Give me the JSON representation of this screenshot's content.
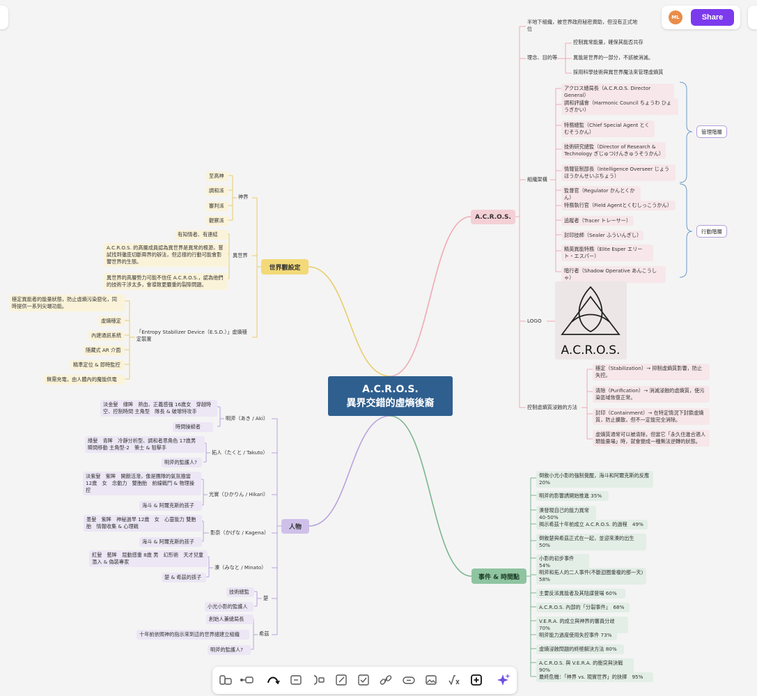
{
  "header": {
    "avatar_initials": "ML",
    "share_label": "Share"
  },
  "root": {
    "line1": "A.C.R.O.S.",
    "line2": "異界交錯的虛熵後裔"
  },
  "colors": {
    "root": "#2f5f8f",
    "pink": "#f0a9b4",
    "yellow": "#e8cd6a",
    "purple": "#b8a2dc",
    "green": "#7cb58f",
    "share": "#7c3aed"
  },
  "branches": {
    "acros": {
      "label": "A.C.R.O.S.",
      "intro": "半地下組織，被世界政府秘密資助，但沒有正式地位",
      "philosophy": {
        "label": "理念、目的等",
        "items": [
          "控制異常能量，確保其能否共存",
          "異能是世界的一部分，不該被消滅。",
          "採用科學技術與異世界魔法來管理虛熵質"
        ]
      },
      "org": {
        "label": "組織架構",
        "management_label": "管理階層",
        "management": [
          "アクロス總局長（A.C.R.O.S. Director General）",
          "調和評議會（Harmonic Council ちょうわ ひょうぎかい）",
          "特務總監（Chief Special Agent とくむそうかん）",
          "技術研究總監（Director of Research & Technology ぎじゅつけんきゅうそうかん）",
          "情報管制部長（Intelligence Overseer じょうほうかんせいぶちょう）"
        ],
        "action_label": "行動階層",
        "action": [
          "監督官（Regulator かんとくかん）",
          "特務執行官（Field Agentとくむしっこうかん）",
          "追蹤者（Tracer トレーサー）",
          "封印技師（Sealer ふういんぎし）",
          "精英異能特務（Elite Esper エリート・エスパー）",
          "暗行者（Shadow Operative あんこうしゃ）"
        ]
      },
      "logo": {
        "label": "LOGO",
        "text": "A.C.R.O.S."
      },
      "methods": {
        "label": "控制虛熵質浸蝕的方法",
        "items": [
          "穩定（Stabilization）→ 抑制虛熵質影響，防止失控。",
          "清除（Purification）→ 消滅浸蝕的虛熵質，使污染區域恢復正常。",
          "封印（Containment）→ 在特定情況下封鎖虛熵質，防止擴散，但不一定能完全消除。",
          "虛熵質通常可以被清除，但當它「永久住進合適人類能量場」時，就會變成一種無法逆轉的狀態。"
        ]
      }
    },
    "world": {
      "label": "世界觀設定",
      "gods": {
        "label": "神界",
        "items": [
          "至高神",
          "調和派",
          "審判派",
          "觀察派"
        ]
      },
      "otherworld": {
        "label": "異世界",
        "items": [
          "有知情者、有連結",
          "A.C.R.O.S. 的高層成員認為異世界是異常的根源，嘗試找到徹底切斷兩界的辦法，但這樣的行動可能會影響世界的生態。",
          "異世界的高層勢力可能不信任 A.C.R.O.S.，認為他們的技術干涉太多，會導致更嚴重的裂隙問題。"
        ]
      },
      "esd": {
        "label": "「Entropy Stabilizer Device（E.S.D.）」虛熵穩定裝置",
        "items": [
          "穩定異能者的能量狀態，防止虛熵污染惡化，同時提供一系列尖端功能。",
          "虛熵穩定",
          "內建通訊系統",
          "隱藏式 AR 介面",
          "精準定位 & 即時監控",
          "無需充電，由人體內的魔能供電"
        ]
      }
    },
    "people": {
      "label": "人物",
      "chars": [
        {
          "name": "明斧（あき / Aki）",
          "items": [
            "淡金髮　綠眸　熱血、正義感強 16歲女　穿越時空、控制時間 主角型　隊長 & 破壞特攻手",
            "時間操縱者"
          ]
        },
        {
          "name": "拓人（たくと / Takuto）",
          "items": [
            "綠髮　青眸　冷靜分析型、調和者思角色 17歲男　瞬間移動 主角型-2　策士 & 狙擊手",
            "明斧的監護人?"
          ]
        },
        {
          "name": "光實（ひかりん / Hikari）",
          "items": [
            "淡紫髮　紫眸　開朗活潑，像是團隊的氣氛擔當　12歲　女　念動力　雙胞胎　前線戰鬥 & 物理操控",
            "海斗 & 阿爾克斯的孩子"
          ]
        },
        {
          "name": "影奈（かげな / Kagena）",
          "items": [
            "墨髮　紫眸　神秘過早 12歲　女　心靈能力 雙胞胎　情報收集 & 心理戰",
            "海斗 & 阿爾克斯的孩子"
          ]
        },
        {
          "name": "湊（みなと / Minato）",
          "items": [
            "紅髮　藍眸　屈動感重 8歲 男　幻形術　天才兒童　潛入 & 偽裝專家",
            "楚 & 希茲的孩子"
          ]
        },
        {
          "name": "楚",
          "items": [
            "技術總監",
            "小光小影的監護人"
          ]
        },
        {
          "name": "希茲",
          "items": [
            "創始人兼總局長",
            "十年前依照神的指示來到這的世界總建立組織",
            "明斧的監護人?"
          ]
        }
      ]
    },
    "events": {
      "label": "事件 & 時間點",
      "items": [
        "倒敘小光小影的強制覺醒，海斗和阿爾克斯的反應　20%",
        "明斧的影響誘開始推進 35%",
        "湊發現自己的能力異常 40-50%",
        "揭示希茲十年前成立 A.C.R.O.S. 的過程　49%",
        "倒敘楚與希茲正式在一起，並迎來湊的出生　50%",
        "小影的初步事件 54%",
        "明斧和拓人的二人事件(不斷迴圈重複的那一天)　58%",
        "主要反派異能者及其陰謀登場 60%",
        "A.C.R.O.S. 內部的「分裂事件」　68%",
        "V.E.R.A. 的成立與神界的審員分歧 70%",
        "明斧能力過度使用失控事件 73%",
        "虛熵浸蝕問題的終極解決方法 80%",
        "A.C.R.O.S. 與 V.E.R.A. 的衝突與決戰 90%",
        "最終危機：「神界 vs. 現實世界」的抉擇　95%"
      ]
    }
  },
  "toolbar": {
    "tools": [
      "child-node-icon",
      "sibling-node-icon",
      "connector-icon",
      "summary-icon",
      "boundary-icon",
      "note-icon",
      "task-icon",
      "link-icon",
      "comment-icon",
      "image-icon",
      "formula-icon",
      "insert-icon",
      "ai-sparkle-icon"
    ]
  }
}
